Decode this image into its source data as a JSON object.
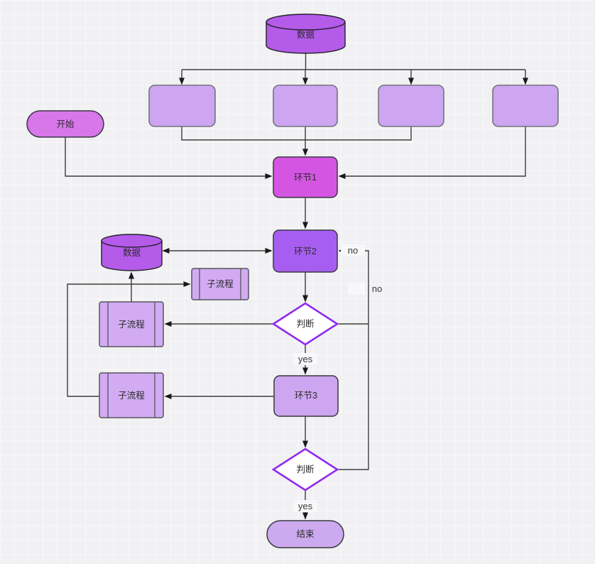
{
  "diagram": {
    "type": "flowchart",
    "nodes": {
      "db_top": {
        "label": "数据",
        "shape": "database"
      },
      "branch_1": {
        "label": "",
        "shape": "process"
      },
      "branch_2": {
        "label": "",
        "shape": "process"
      },
      "branch_3": {
        "label": "",
        "shape": "process"
      },
      "branch_4": {
        "label": "",
        "shape": "process"
      },
      "start": {
        "label": "开始",
        "shape": "terminator"
      },
      "step1": {
        "label": "环节1",
        "shape": "process"
      },
      "step2": {
        "label": "环节2",
        "shape": "process"
      },
      "db_left": {
        "label": "数据",
        "shape": "database"
      },
      "sub_small": {
        "label": "子流程",
        "shape": "predefined-process"
      },
      "sub_mid": {
        "label": "子流程",
        "shape": "predefined-process"
      },
      "sub_low": {
        "label": "子流程",
        "shape": "predefined-process"
      },
      "decision1": {
        "label": "判断",
        "shape": "decision"
      },
      "step3": {
        "label": "环节3",
        "shape": "process"
      },
      "decision2": {
        "label": "判断",
        "shape": "decision"
      },
      "end": {
        "label": "结束",
        "shape": "terminator"
      }
    },
    "edge_labels": {
      "no1": "no",
      "no2": "no",
      "yes1": "yes",
      "yes2": "yes"
    },
    "colors": {
      "background": "#f1f1f4",
      "cylinder_fill": "#b45bea",
      "light_fill": "#cda5f0",
      "subprocess_fill": "#d2abf2",
      "start_fill": "#d877ea",
      "step1_fill": "#d455e2",
      "step2_fill": "#a75ef0",
      "end_fill": "#cdaaf0",
      "decision_fill": "#ffffff",
      "decision_stroke": "#9129f0",
      "edge_stroke": "#3d3d3d",
      "node_stroke": "#39393f",
      "branch_stroke": "#74747c",
      "label_bg": "#f8f8fa"
    }
  }
}
